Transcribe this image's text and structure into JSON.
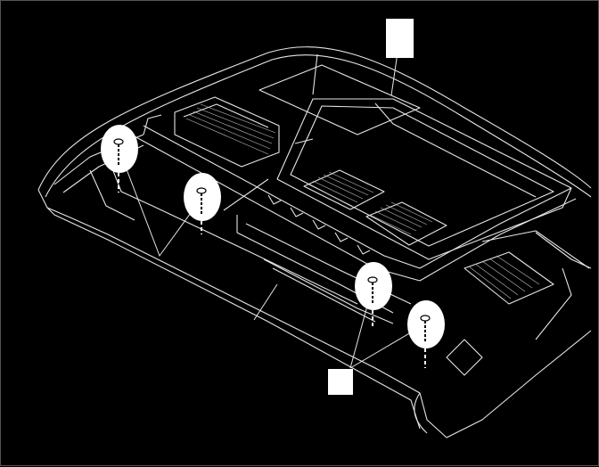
{
  "diagram": {
    "line_color": "#e6e6e6",
    "background": "#000000",
    "callouts": [
      {
        "id": "callout-top",
        "label": ""
      },
      {
        "id": "callout-bottom",
        "label": ""
      }
    ],
    "fasteners": [
      {
        "id": "screw-1",
        "icon": "screw-icon"
      },
      {
        "id": "screw-2",
        "icon": "screw-icon"
      },
      {
        "id": "screw-3",
        "icon": "screw-icon"
      },
      {
        "id": "screw-4",
        "icon": "screw-icon"
      }
    ]
  }
}
